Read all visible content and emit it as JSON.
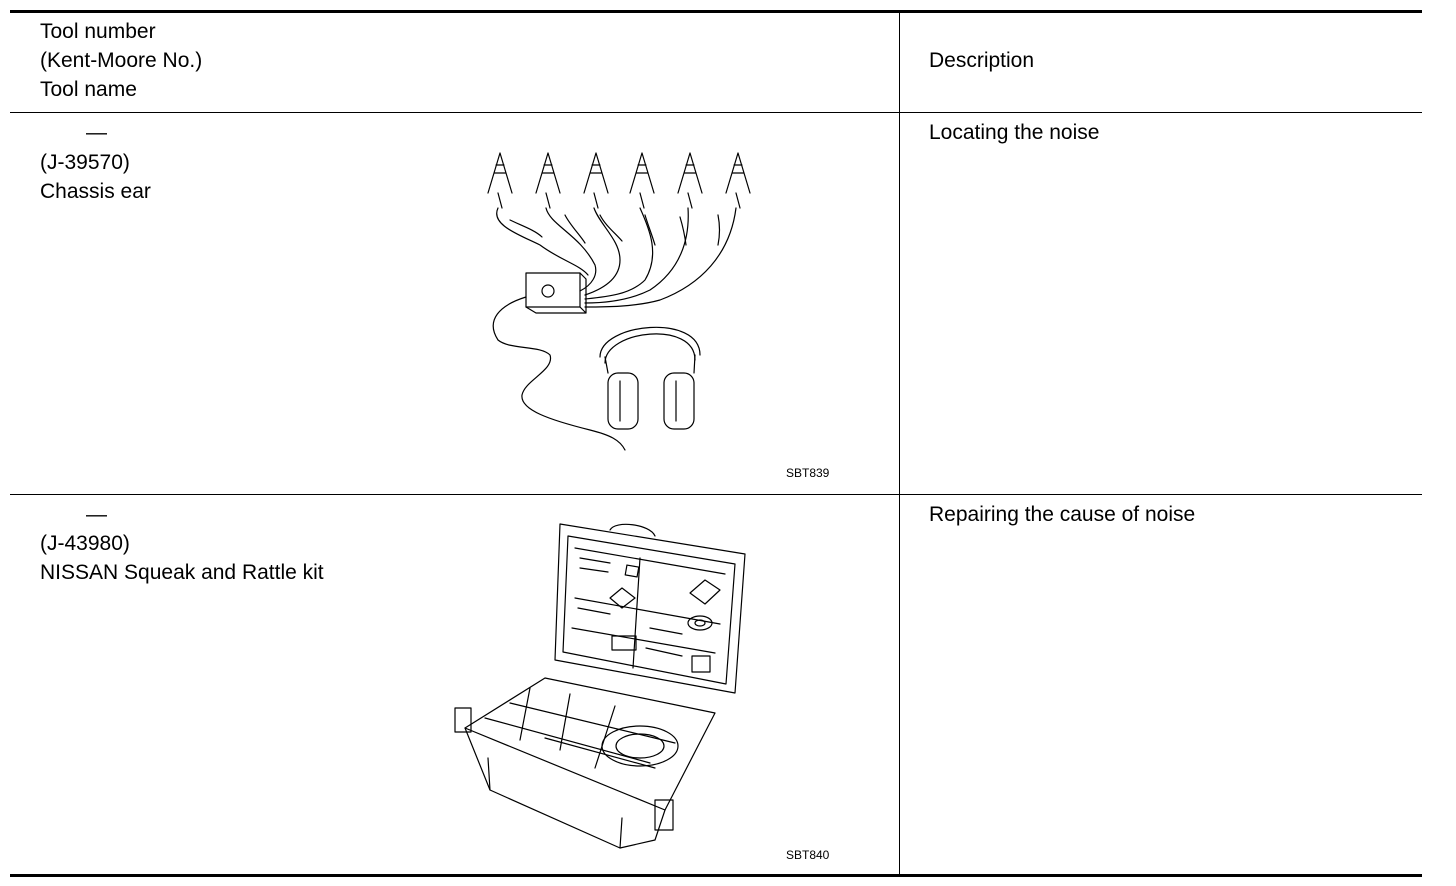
{
  "table": {
    "header": {
      "tool_col": [
        "Tool number",
        "(Kent-Moore No.)",
        "Tool name"
      ],
      "description": "Description"
    },
    "rows": [
      {
        "tool_number": "—",
        "kent_moore": "(J-39570)",
        "tool_name": "Chassis ear",
        "illustration_code": "SBT839",
        "description": "Locating the noise"
      },
      {
        "tool_number": "—",
        "kent_moore": "(J-43980)",
        "tool_name": "NISSAN Squeak and Rattle kit",
        "illustration_code": "SBT840",
        "description": "Repairing the cause of noise"
      }
    ]
  }
}
